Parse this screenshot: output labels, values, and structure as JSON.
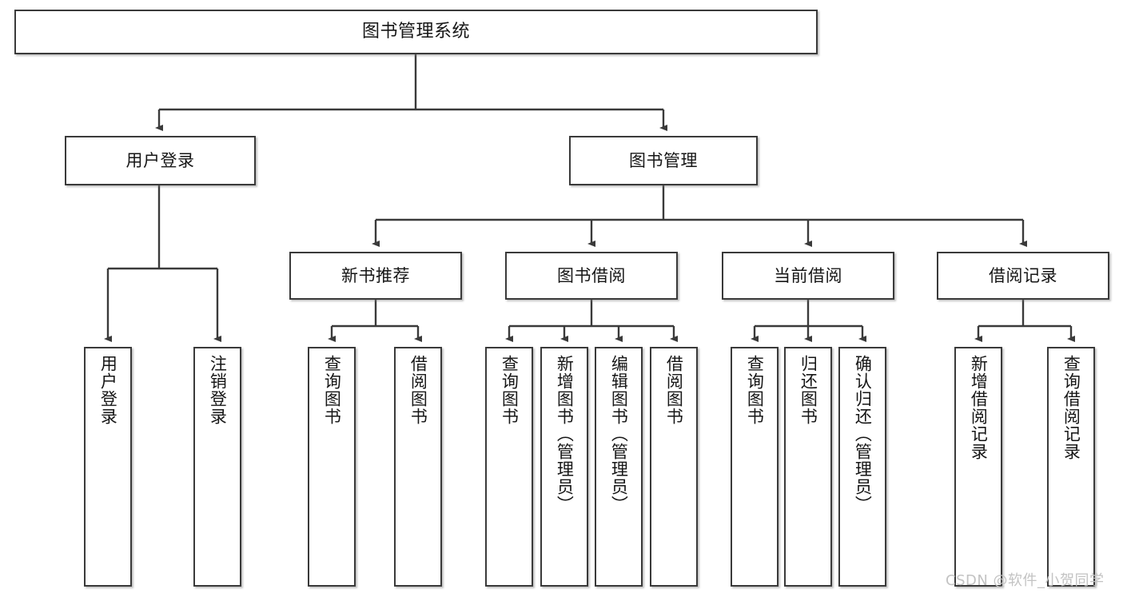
{
  "diagram": {
    "type": "tree",
    "title": "图书管理系统",
    "root": {
      "label": "图书管理系统"
    },
    "level2": [
      {
        "label": "用户登录"
      },
      {
        "label": "图书管理"
      }
    ],
    "level3": [
      {
        "label": "新书推荐"
      },
      {
        "label": "图书借阅"
      },
      {
        "label": "当前借阅"
      },
      {
        "label": "借阅记录"
      }
    ],
    "leaves": {
      "user_login": [
        {
          "label": "用户登录"
        },
        {
          "label": "注销登录"
        }
      ],
      "new_book_recommend": [
        {
          "label": "查询图书"
        },
        {
          "label": "借阅图书"
        }
      ],
      "book_borrow": [
        {
          "label": "查询图书"
        },
        {
          "label": "新增图书（管理员）"
        },
        {
          "label": "编辑图书（管理员）"
        },
        {
          "label": "借阅图书"
        }
      ],
      "current_borrow": [
        {
          "label": "查询图书"
        },
        {
          "label": "归还图书"
        },
        {
          "label": "确认归还（管理员）"
        }
      ],
      "borrow_records": [
        {
          "label": "新增借阅记录"
        },
        {
          "label": "查询借阅记录"
        }
      ]
    }
  },
  "watermark": {
    "text": "CSDN @软件_小贺同学"
  },
  "colors": {
    "border": "#3a3a3a",
    "text": "#161616",
    "background": "#ffffff",
    "watermark": "#c3c3c3"
  }
}
